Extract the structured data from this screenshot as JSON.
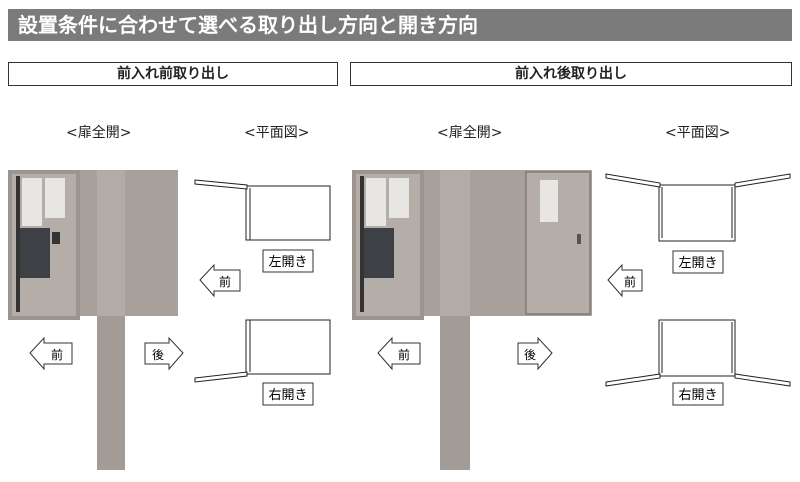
{
  "title": "設置条件に合わせて選べる取り出し方向と開き方向",
  "panels": [
    {
      "heading": "前入れ前取り出し",
      "photo_label": "<扉全開>",
      "plan_label": "<平面図>",
      "front": "前",
      "back": "後",
      "left_open": "左開き",
      "right_open": "右開き"
    },
    {
      "heading": "前入れ後取り出し",
      "photo_label": "<扉全開>",
      "plan_label": "<平面図>",
      "front": "前",
      "back": "後",
      "left_open": "左開き",
      "right_open": "右開き"
    }
  ]
}
